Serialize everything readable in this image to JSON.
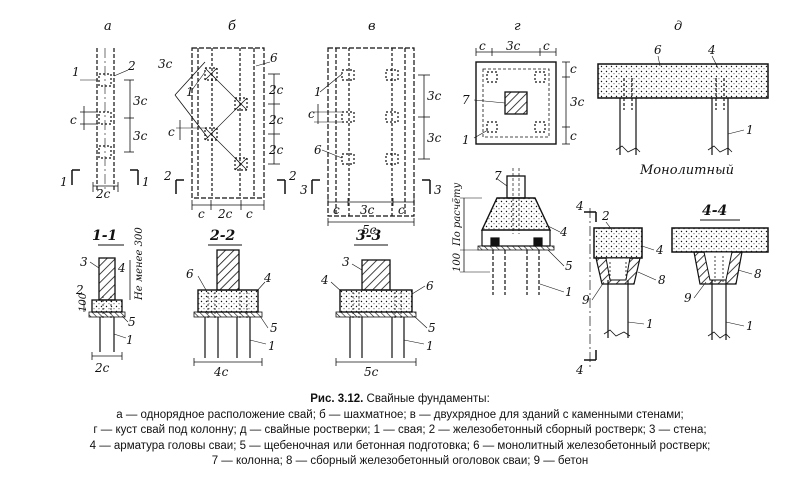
{
  "panel_labels": {
    "a": "а",
    "b": "б",
    "v": "в",
    "g": "г",
    "d": "д"
  },
  "section_labels": {
    "s11": "1-1",
    "s22": "2-2",
    "s33": "3-3",
    "s44": "4-4"
  },
  "dims": {
    "c": "с",
    "two_c": "2с",
    "three_c": "3с",
    "four_c": "4с",
    "five_c": "5с",
    "n100": "100",
    "n300": "Не менее 300",
    "calc": "По расчёту"
  },
  "callouts": {
    "n1": "1",
    "n2": "2",
    "n3": "3",
    "n4": "4",
    "n5": "5",
    "n6": "6",
    "n7": "7",
    "n8": "8",
    "n9": "9"
  },
  "words": {
    "monolithic": "Монолитный"
  },
  "caption": {
    "title": "Рис. 3.12.",
    "title_rest": "Свайные фундаменты:",
    "line1": "а — однорядное расположение свай; б — шахматное; в — двухрядное для зданий с каменными стенами;",
    "line2": "г — куст свай под колонну; д — свайные ростверки; 1 — свая; 2 — железобетонный сборный ростверк; 3 — стена;",
    "line3": "4 — арматура головы сваи; 5 — щебеночная или бетонная подготовка;  6 — монолитный железобетонный ростверк;",
    "line4": "7 — колонна;  8 — сборный железобетонный оголовок сваи; 9 — бетон"
  }
}
